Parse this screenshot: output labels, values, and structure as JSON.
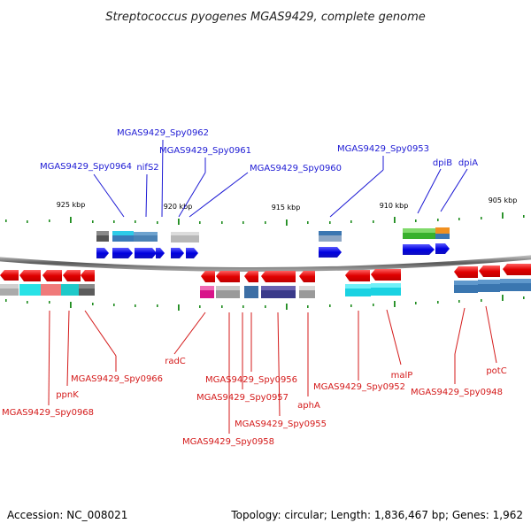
{
  "title": "Streptococcus pyogenes MGAS9429, complete genome",
  "ruler": [
    "925 kbp",
    "920 kbp",
    "915 kbp",
    "910 kbp",
    "905 kbp"
  ],
  "genes_top": [
    "MGAS9429_Spy0962",
    "MGAS9429_Spy0961",
    "MGAS9429_Spy0964",
    "nifS2",
    "MGAS9429_Spy0960",
    "MGAS9429_Spy0953",
    "dpiB",
    "dpiA"
  ],
  "genes_bottom": [
    "MGAS9429_Spy0966",
    "radC",
    "ppnK",
    "MGAS9429_Spy0968",
    "MGAS9429_Spy0956",
    "MGAS9429_Spy0957",
    "MGAS9429_Spy0958",
    "MGAS9429_Spy0955",
    "aphA",
    "MGAS9429_Spy0952",
    "malP",
    "MGAS9429_Spy0948",
    "potC"
  ],
  "footer": {
    "accession": "Accession: NC_008021",
    "topology": "Topology: circular; Length: 1,836,467 bp; Genes: 1,962"
  },
  "colors": {
    "top_strand": "#0a0aee",
    "bottom_strand": "#ee0a0a",
    "top_label": "#1d1ad4",
    "bottom_label": "#d41a1a",
    "tick": "#1e8c1e",
    "backbone": "#8a8a8a"
  }
}
